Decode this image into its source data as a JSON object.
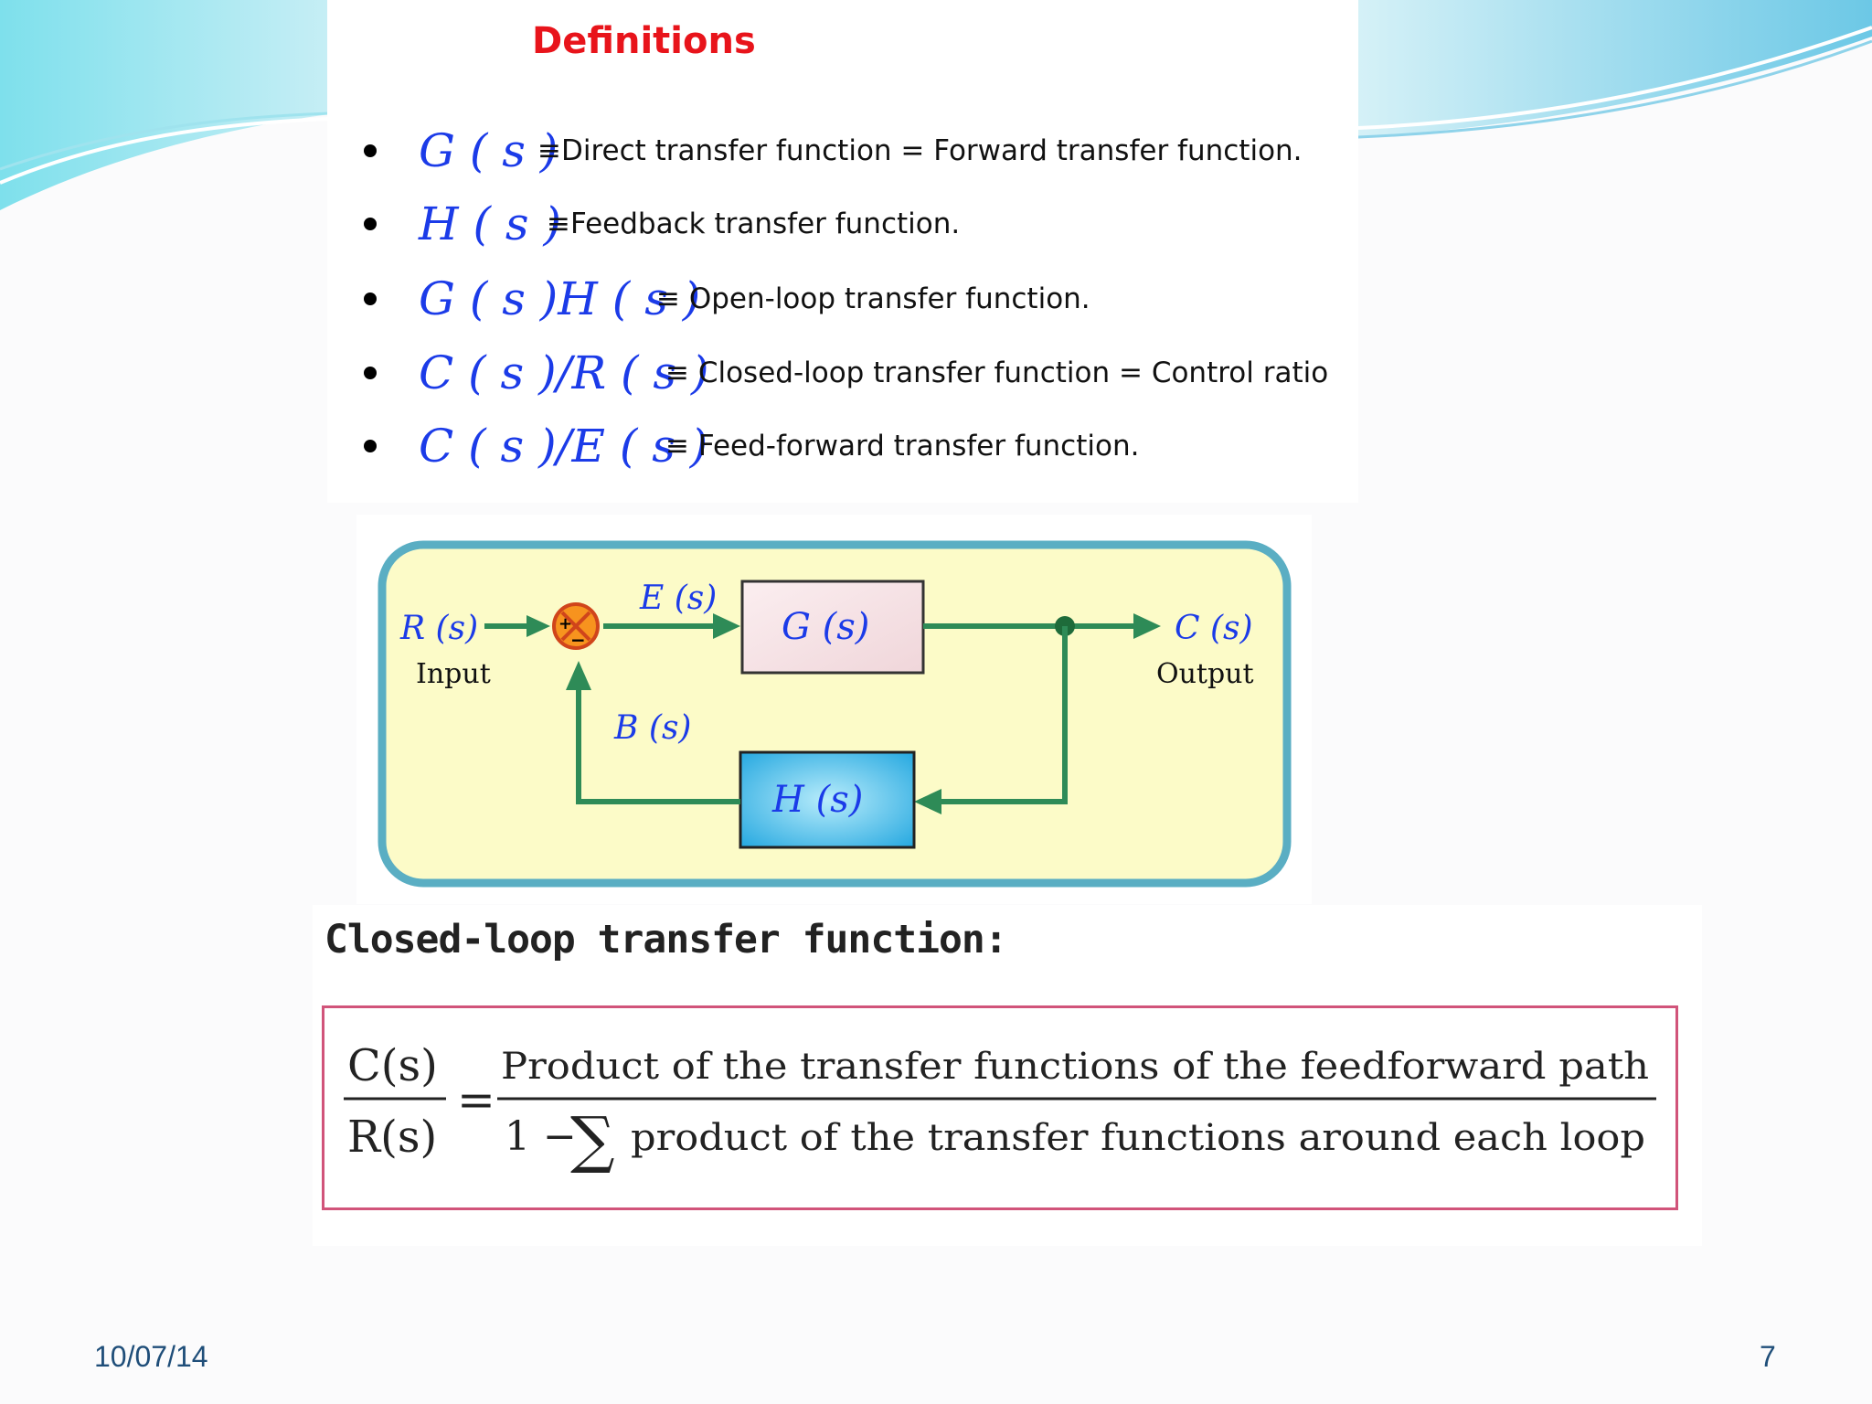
{
  "slide": {
    "definitions_title": "Definitions",
    "definitions": [
      {
        "symbol": "G ( s )",
        "text": "≡Direct transfer function = Forward transfer function."
      },
      {
        "symbol": "H ( s )",
        "text": "≡Feedback transfer function."
      },
      {
        "symbol": "G ( s )H ( s )",
        "text": "≡ Open-loop transfer function."
      },
      {
        "symbol": "C ( s )/R ( s )",
        "text": "≡ Closed-loop transfer function = Control ratio"
      },
      {
        "symbol": "C ( s )/E ( s )",
        "text": "≡ Feed-forward transfer function."
      }
    ],
    "diagram": {
      "input_signal": "R (s)",
      "input_label": "Input",
      "error_signal": "E (s)",
      "forward_block": "G (s)",
      "output_signal": "C (s)",
      "output_label": "Output",
      "feedback_signal": "B (s)",
      "feedback_block": "H (s)",
      "plus_sign": "+",
      "minus_sign": "−"
    },
    "formula_heading": "Closed-loop transfer function:",
    "formula": {
      "lhs_numerator": "C(s)",
      "lhs_denominator": "R(s)",
      "equals": "=",
      "rhs_numerator": "Product of the transfer functions of the feedforward path",
      "rhs_denominator_prefix": "1 −",
      "sigma": "∑",
      "rhs_denominator": "product of the transfer functions around each loop"
    },
    "footer_date": "10/07/14",
    "page_number": "7"
  },
  "colors": {
    "title_red": "#e8141b",
    "math_blue": "#1b3be8",
    "arrow_green": "#2e8b57",
    "panel_yellow": "#fcfbc8",
    "panel_border": "#5aaec3",
    "h_block_blue": "#25a8e0",
    "formula_border": "#d1547a",
    "footer_text": "#1f4e79"
  }
}
